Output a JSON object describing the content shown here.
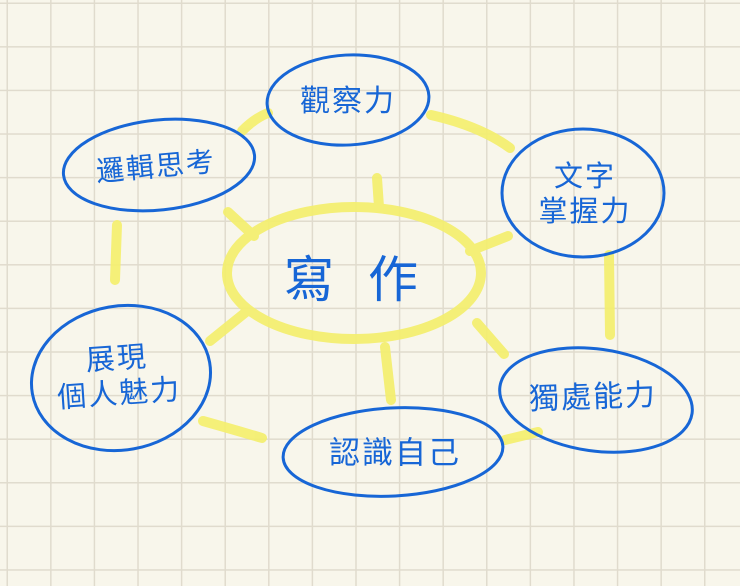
{
  "diagram": {
    "type": "mind-map",
    "style": "handwritten on grid paper",
    "colors": {
      "background": "#f8f6eb",
      "grid": "#e0dbcd",
      "ink_blue": "#1766d6",
      "highlighter_yellow": "#f4ef6e"
    },
    "center": {
      "label": "寫作"
    },
    "nodes": [
      {
        "id": "observation",
        "label": "觀察力"
      },
      {
        "id": "logic",
        "label": "邏輯思考"
      },
      {
        "id": "writing-mastery",
        "label": "文字\n掌握力"
      },
      {
        "id": "personal-charm",
        "label": "展現\n個人魅力"
      },
      {
        "id": "self-knowledge",
        "label": "認識自己"
      },
      {
        "id": "solitude",
        "label": "獨處能力"
      }
    ]
  }
}
